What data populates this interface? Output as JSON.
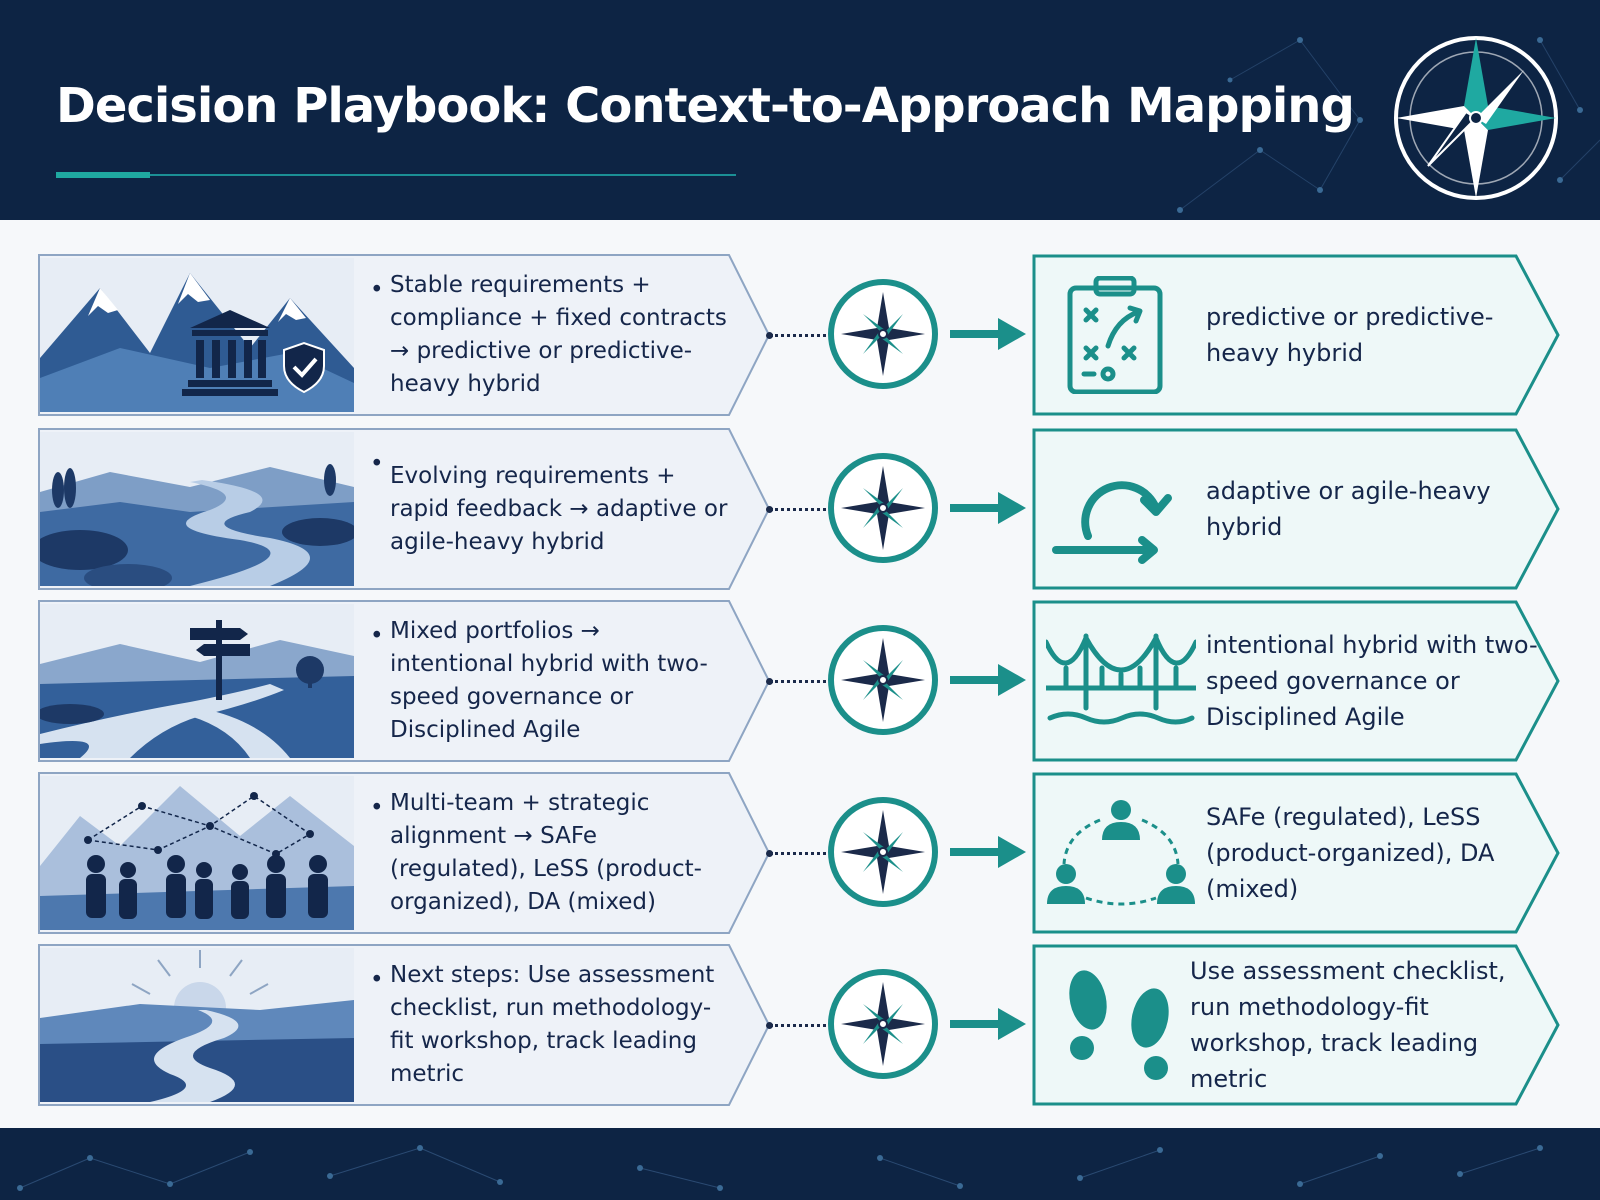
{
  "header": {
    "title": "Decision Playbook: Context-to-Approach Mapping",
    "emblem_icon": "compass-rose-icon"
  },
  "colors": {
    "navy": "#0d2444",
    "teal": "#1b8f8a",
    "text": "#15264a",
    "context_fill": "#eef2f8",
    "approach_fill": "#eef8f8"
  },
  "rows": [
    {
      "context_text": "Stable requirements + compliance + fixed contracts → predictive or predictive-heavy hybrid",
      "scene": "mountains-with-institution-and-shield",
      "approach_icon": "clipboard-playbook-icon",
      "approach_text": "predictive or predictive-heavy hybrid"
    },
    {
      "context_text": "Evolving requirements + rapid feedback → adaptive or agile-heavy hybrid",
      "scene": "winding-river",
      "approach_icon": "iteration-loop-icon",
      "approach_text": "adaptive or agile-heavy hybrid"
    },
    {
      "context_text": "Mixed portfolios → intentional hybrid with two-speed governance or Disciplined Agile",
      "scene": "forked-road-signpost",
      "approach_icon": "bridge-icon",
      "approach_text": "intentional hybrid with two-speed governance or Disciplined Agile"
    },
    {
      "context_text": "Multi-team + strategic alignment → SAFe (regulated), LeSS (product-organized), DA (mixed)",
      "scene": "connected-teams",
      "approach_icon": "team-network-icon",
      "approach_text": "SAFe (regulated), LeSS (product-organized), DA (mixed)"
    },
    {
      "context_text": "Next steps: Use assessment checklist, run methodology-fit workshop, track leading metric",
      "scene": "sunrise-road",
      "approach_icon": "footsteps-icon",
      "approach_text": "Use assessment checklist, run methodology-fit workshop, track leading metric"
    }
  ]
}
